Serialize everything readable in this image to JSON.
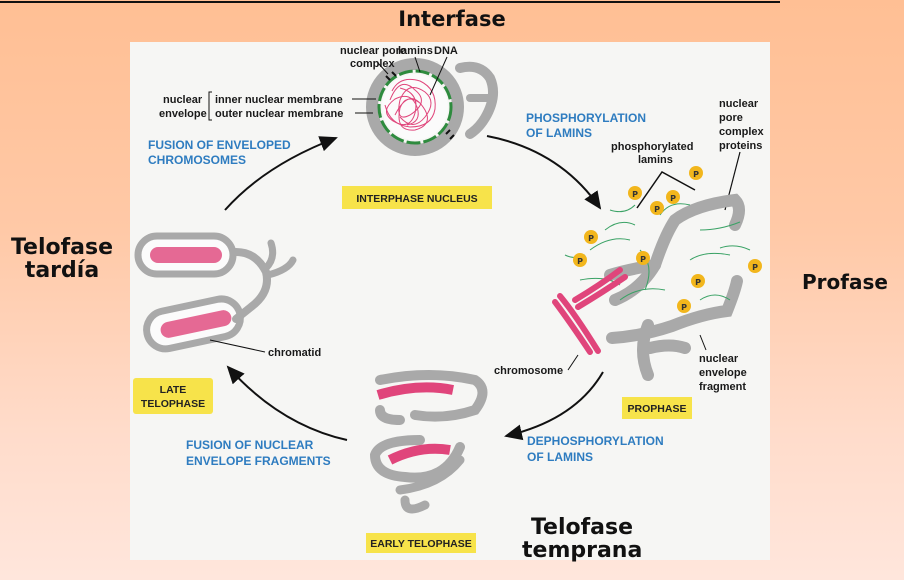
{
  "slide": {
    "titles": {
      "interphase": "Interfase",
      "late_telophase": [
        "Telofase",
        "tardía"
      ],
      "prophase": "Profase",
      "early_telophase": [
        "Telofase",
        "temprana"
      ]
    }
  },
  "diagram": {
    "stage_boxes": {
      "interphase": "INTERPHASE NUCLEUS",
      "prophase": "PROPHASE",
      "early_telophase": "EARLY TELOPHASE",
      "late_telophase": [
        "LATE",
        "TELOPHASE"
      ]
    },
    "process_labels": {
      "phosphorylation": [
        "PHOSPHORYLATION",
        "OF LAMINS"
      ],
      "dephosphorylation": [
        "DEPHOSPHORYLATION",
        "OF LAMINS"
      ],
      "fusion_fragments": [
        "FUSION OF NUCLEAR",
        "ENVELOPE FRAGMENTS"
      ],
      "fusion_chromosomes": [
        "FUSION OF ENVELOPED",
        "CHROMOSOMES"
      ]
    },
    "annotations": {
      "nuclear_pore_complex": [
        "nuclear pore",
        "complex"
      ],
      "lamins": "lamins",
      "dna": "DNA",
      "nuclear_envelope": [
        "nuclear",
        "envelope"
      ],
      "inner_membrane": "inner nuclear membrane",
      "outer_membrane": "outer nuclear membrane",
      "phosphorylated_lamins": [
        "phosphorylated",
        "lamins"
      ],
      "npc_proteins": [
        "nuclear",
        "pore",
        "complex",
        "proteins"
      ],
      "chromosome": "chromosome",
      "envelope_fragment": [
        "nuclear",
        "envelope",
        "fragment"
      ],
      "chromatid": "chromatid",
      "phosphate_symbol": "P"
    },
    "colors": {
      "membrane": "#A9A9A9",
      "lamina": "#2E8B3E",
      "dna": "#E0457B",
      "process_text": "#2E7CC0",
      "stage_box": "#F7E34A",
      "phosphate": "#F2B61C"
    }
  }
}
